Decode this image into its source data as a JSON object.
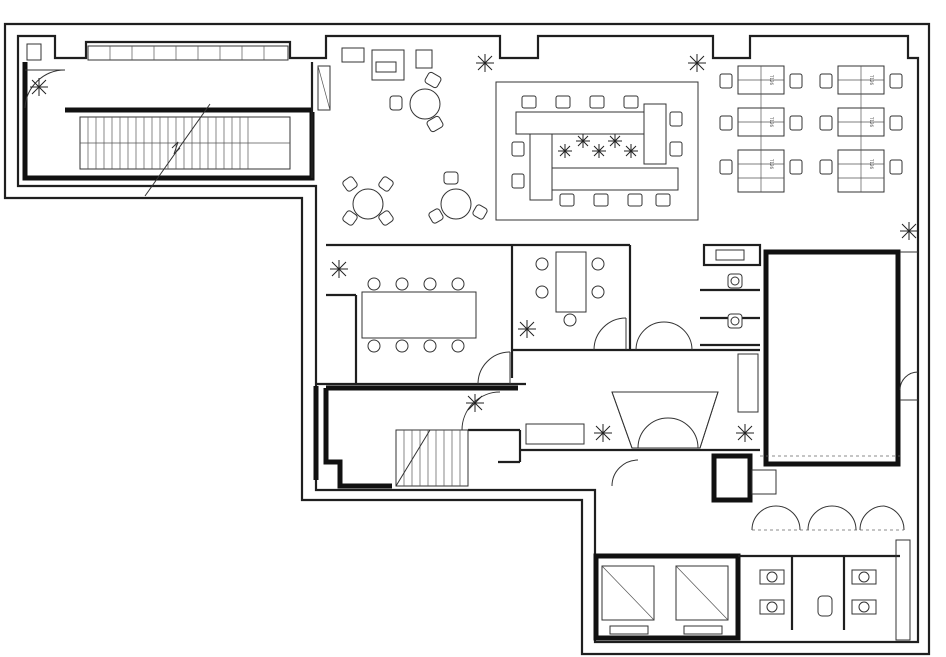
{
  "plan": {
    "desk_labels": [
      "T126",
      "T126",
      "T126",
      "T126",
      "T126",
      "T126"
    ]
  },
  "colors": {
    "line": "#1f1f1f",
    "background": "#ffffff"
  }
}
